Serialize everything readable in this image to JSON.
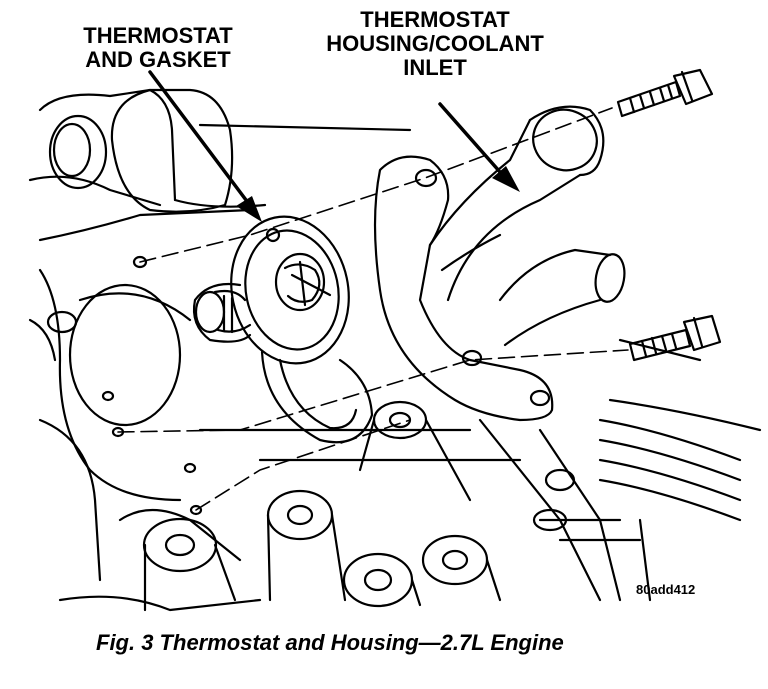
{
  "callouts": {
    "thermostat_gasket": [
      "THERMOSTAT",
      "AND GASKET"
    ],
    "housing_inlet": [
      "THERMOSTAT",
      "HOUSING/COOLANT",
      "INLET"
    ]
  },
  "reference_code": "80add412",
  "caption": "Fig. 3 Thermostat and Housing—2.7L Engine"
}
